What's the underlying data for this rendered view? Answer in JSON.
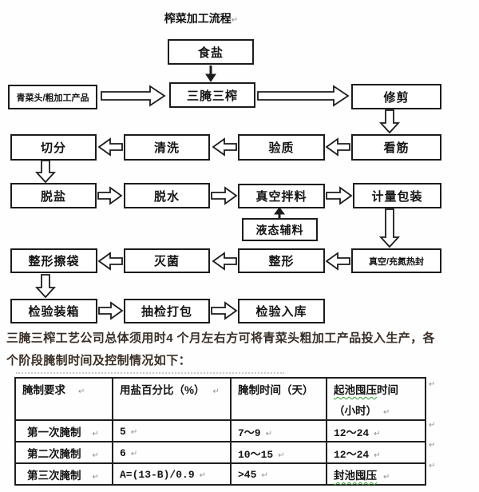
{
  "title": "榨菜加工流程",
  "marks": {
    "pilcrow": "↵"
  },
  "flowchart": {
    "salt": "食盐",
    "raw": "青菜头/粗加工产品",
    "pickle_press": "三腌三榨",
    "trim": "修剪",
    "check_tendon": "看筋",
    "quality_check": "验质",
    "wash": "清洗",
    "cut": "切分",
    "desalt": "脱盐",
    "dewater": "脱水",
    "vacuum_mix": "真空拌料",
    "liquid_aux": "液态辅料",
    "measure_pack": "计量包装",
    "vacuum_seal": "真空/充氮热封",
    "shape": "整形",
    "sterilize": "灭菌",
    "shape_wipe": "整形擦袋",
    "inspect_box": "检验装箱",
    "sample_pack": "抽检打包",
    "inspect_store": "检验入库"
  },
  "paragraph": {
    "line1": "三腌三榨工艺公司总体须用时4 个月左右方可将青菜头粗加工产品投入生产，各",
    "line2": "个阶段腌制时间及控制情况如下："
  },
  "table": {
    "headers": [
      "腌制要求",
      "用盐百分比（%）",
      "腌制时间（天）",
      "起池囤压时间（小时）"
    ],
    "header4": {
      "wavy": "起池囤压",
      "rest": "时间",
      "line2": "（小时）"
    },
    "rows": [
      {
        "stage": "第一次腌制",
        "salt_pct": "5",
        "days": "7～9",
        "press_hours": "12～24"
      },
      {
        "stage": "第二次腌制",
        "salt_pct": "6",
        "days": "10～15",
        "press_hours": "12～24"
      },
      {
        "stage": "第三次腌制",
        "salt_pct": "A=(13-B)/0.9",
        "days": ">45",
        "press_hours": "封池囤压"
      }
    ]
  }
}
